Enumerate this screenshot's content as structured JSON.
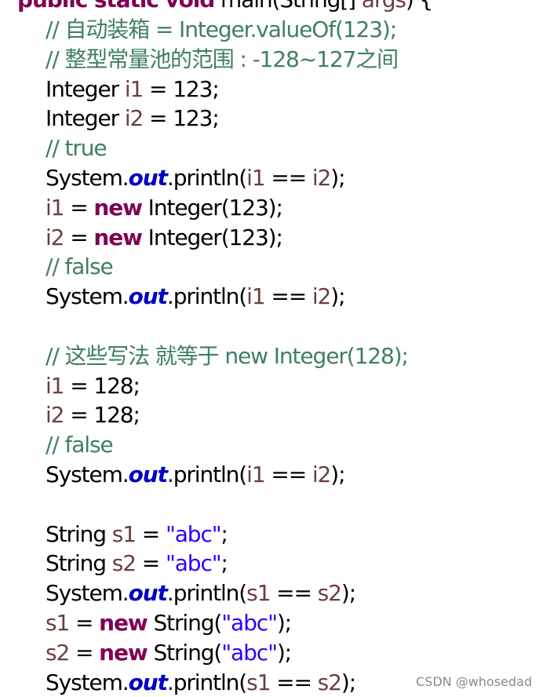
{
  "code": {
    "lines": [
      [
        {
          "t": "public static void",
          "c": "kw"
        },
        {
          "t": " main(String[] ",
          "c": "txt"
        },
        {
          "t": "args",
          "c": "arg"
        },
        {
          "t": ") {",
          "c": "txt"
        }
      ],
      [
        {
          "t": "// 自动装箱 = Integer.valueOf(123);",
          "c": "cm"
        }
      ],
      [
        {
          "t": "// 整型常量池的范围 : -128~127之间",
          "c": "cm"
        }
      ],
      [
        {
          "t": "Integer ",
          "c": "txt"
        },
        {
          "t": "i1",
          "c": "var"
        },
        {
          "t": " = 123;",
          "c": "txt"
        }
      ],
      [
        {
          "t": "Integer ",
          "c": "txt"
        },
        {
          "t": "i2",
          "c": "var"
        },
        {
          "t": " = 123;",
          "c": "txt"
        }
      ],
      [
        {
          "t": "// true",
          "c": "cm"
        }
      ],
      [
        {
          "t": "System.",
          "c": "txt"
        },
        {
          "t": "out",
          "c": "fld"
        },
        {
          "t": ".println(",
          "c": "txt"
        },
        {
          "t": "i1",
          "c": "var"
        },
        {
          "t": " == ",
          "c": "txt"
        },
        {
          "t": "i2",
          "c": "var"
        },
        {
          "t": ");",
          "c": "txt"
        }
      ],
      [
        {
          "t": "i1",
          "c": "var"
        },
        {
          "t": " = ",
          "c": "txt"
        },
        {
          "t": "new",
          "c": "kw"
        },
        {
          "t": " Integer(123);",
          "c": "txt"
        }
      ],
      [
        {
          "t": "i2",
          "c": "var"
        },
        {
          "t": " = ",
          "c": "txt"
        },
        {
          "t": "new",
          "c": "kw"
        },
        {
          "t": " Integer(123);",
          "c": "txt"
        }
      ],
      [
        {
          "t": "// false",
          "c": "cm"
        }
      ],
      [
        {
          "t": "System.",
          "c": "txt"
        },
        {
          "t": "out",
          "c": "fld"
        },
        {
          "t": ".println(",
          "c": "txt"
        },
        {
          "t": "i1",
          "c": "var"
        },
        {
          "t": " == ",
          "c": "txt"
        },
        {
          "t": "i2",
          "c": "var"
        },
        {
          "t": ");",
          "c": "txt"
        }
      ],
      [],
      [
        {
          "t": "// 这些写法 就等于 new Integer(128);",
          "c": "cm"
        }
      ],
      [
        {
          "t": "i1",
          "c": "var"
        },
        {
          "t": " = 128;",
          "c": "txt"
        }
      ],
      [
        {
          "t": "i2",
          "c": "var"
        },
        {
          "t": " = 128;",
          "c": "txt"
        }
      ],
      [
        {
          "t": "// false",
          "c": "cm"
        }
      ],
      [
        {
          "t": "System.",
          "c": "txt"
        },
        {
          "t": "out",
          "c": "fld"
        },
        {
          "t": ".println(",
          "c": "txt"
        },
        {
          "t": "i1",
          "c": "var"
        },
        {
          "t": " == ",
          "c": "txt"
        },
        {
          "t": "i2",
          "c": "var"
        },
        {
          "t": ");",
          "c": "txt"
        }
      ],
      [],
      [
        {
          "t": "String ",
          "c": "txt"
        },
        {
          "t": "s1",
          "c": "var"
        },
        {
          "t": " = ",
          "c": "txt"
        },
        {
          "t": "\"abc\"",
          "c": "str"
        },
        {
          "t": ";",
          "c": "txt"
        }
      ],
      [
        {
          "t": "String ",
          "c": "txt"
        },
        {
          "t": "s2",
          "c": "var"
        },
        {
          "t": " = ",
          "c": "txt"
        },
        {
          "t": "\"abc\"",
          "c": "str"
        },
        {
          "t": ";",
          "c": "txt"
        }
      ],
      [
        {
          "t": "System.",
          "c": "txt"
        },
        {
          "t": "out",
          "c": "fld"
        },
        {
          "t": ".println(",
          "c": "txt"
        },
        {
          "t": "s1",
          "c": "var"
        },
        {
          "t": " == ",
          "c": "txt"
        },
        {
          "t": "s2",
          "c": "var"
        },
        {
          "t": ");",
          "c": "txt"
        }
      ],
      [
        {
          "t": "s1",
          "c": "var"
        },
        {
          "t": " = ",
          "c": "txt"
        },
        {
          "t": "new",
          "c": "kw"
        },
        {
          "t": " String(",
          "c": "txt"
        },
        {
          "t": "\"abc\"",
          "c": "str"
        },
        {
          "t": ");",
          "c": "txt"
        }
      ],
      [
        {
          "t": "s2",
          "c": "var"
        },
        {
          "t": " = ",
          "c": "txt"
        },
        {
          "t": "new",
          "c": "kw"
        },
        {
          "t": " String(",
          "c": "txt"
        },
        {
          "t": "\"abc\"",
          "c": "str"
        },
        {
          "t": ");",
          "c": "txt"
        }
      ],
      [
        {
          "t": "System.",
          "c": "txt"
        },
        {
          "t": "out",
          "c": "fld"
        },
        {
          "t": ".println(",
          "c": "txt"
        },
        {
          "t": "s1",
          "c": "var"
        },
        {
          "t": " == ",
          "c": "txt"
        },
        {
          "t": "s2",
          "c": "var"
        },
        {
          "t": ");",
          "c": "txt"
        }
      ]
    ]
  },
  "colors": {
    "keyword": "#7f0055",
    "comment": "#3f7f5f",
    "variable": "#6a3e3e",
    "string": "#2a00ff",
    "static_field": "#0000c0",
    "text": "#000000"
  },
  "watermark": "CSDN @whosedad"
}
